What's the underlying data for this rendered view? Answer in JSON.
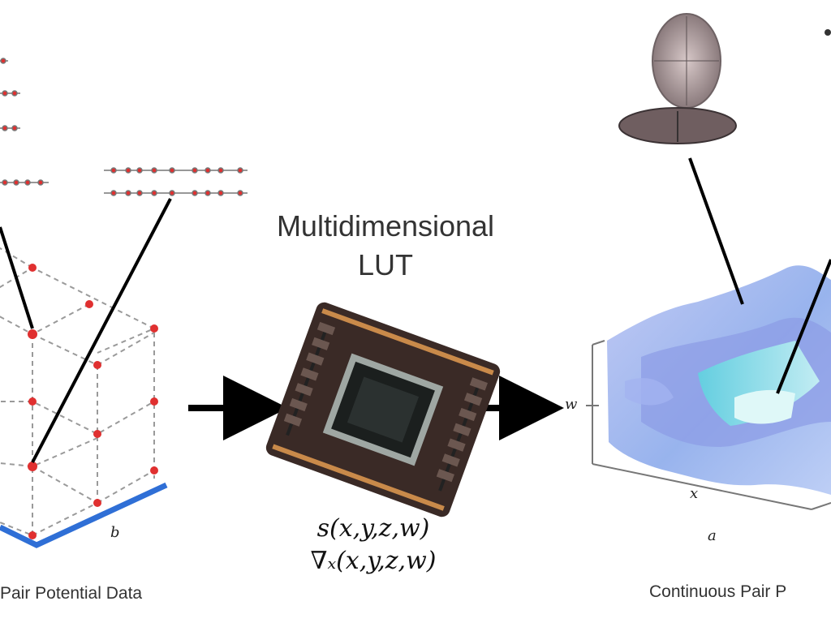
{
  "lut": {
    "title_line1": "Multidimensional",
    "title_line2": "LUT",
    "formula_line1": "s(x,y,z,w)",
    "formula_line2": "∇ₓ(x,y,z,w)"
  },
  "left_panel": {
    "caption": "Pair Potential Data",
    "axis_label": "b"
  },
  "right_panel": {
    "caption": "Continuous Pair P",
    "axis_labels": [
      "w",
      "x",
      "a"
    ]
  },
  "colors": {
    "lattice_node": "#e03030",
    "lattice_edge": "#9a9a9a",
    "axis_blue": "#2f6fd6",
    "surface_purple": "#9aa8e8",
    "surface_cyan": "#6fe0e0",
    "gpu_body": "#3a2a26",
    "gpu_pins": "#c98a4a"
  }
}
